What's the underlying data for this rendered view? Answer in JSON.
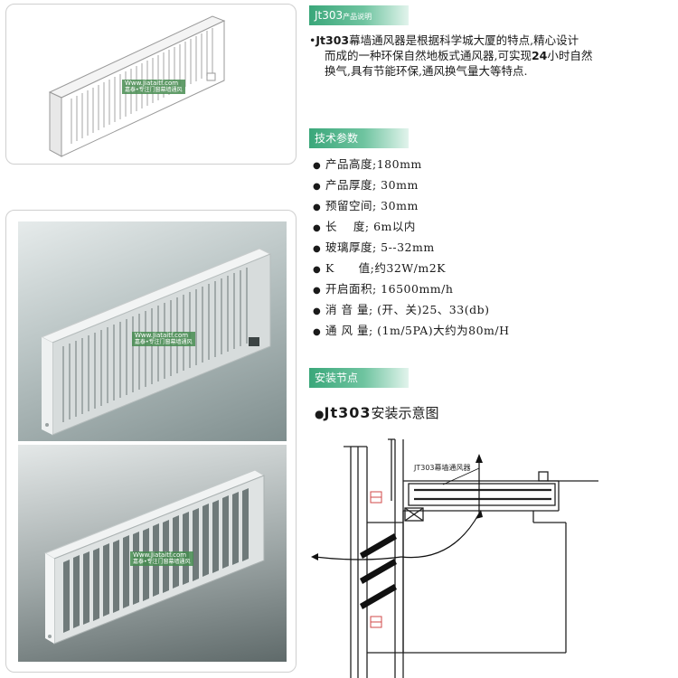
{
  "watermark": {
    "site": "Www.Jiataitf.com",
    "caption": "嘉泰•专注门窗幕墙通风"
  },
  "intro_section": {
    "title_main": "Jt303",
    "title_sub": "产品说明",
    "lines": [
      {
        "bold": "Jt303",
        "text": "幕墙通风器是根据科学城大厦的特点,精心设计"
      },
      {
        "bold": "",
        "text": "而成的一种环保自然地板式通风器,可实现"
      },
      {
        "bold": "",
        "text": "换气,具有节能环保,通风换气量大等特点."
      }
    ],
    "line2_bold": "24",
    "line2_tail": "小时自然"
  },
  "spec_section": {
    "title": "技术参数",
    "items": [
      "产品高度;180mm",
      "产品厚度; 30mm",
      "预留空间; 30mm",
      "长    度; 6m以内",
      "玻璃厚度; 5--32mm",
      "K      值;约32W/m2K",
      "开启面积; 16500mm/h",
      "消 音 量; (开、关)25、33(db)",
      "通 风 量; (1m/5PA)大约为80m/H"
    ]
  },
  "install_section": {
    "title": "安装节点",
    "bullet_bold": "Jt303",
    "bullet_text": "安装示意图",
    "diagram_label": "JT303幕墙通风器"
  }
}
